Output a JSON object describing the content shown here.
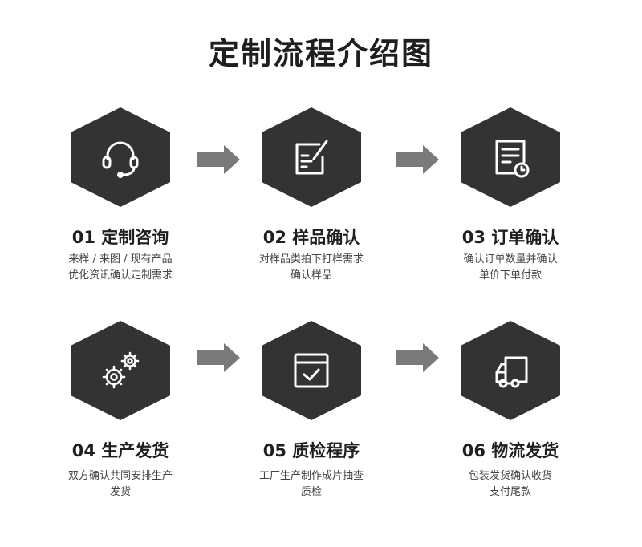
{
  "page": {
    "title": "定制流程介绍图"
  },
  "colors": {
    "hexagon": "#333333",
    "icon_stroke": "#ffffff",
    "arrow": "#7a7a7a",
    "title_text": "#1f1f1f",
    "desc_text": "#444444"
  },
  "steps": [
    {
      "title": "01 定制咨询",
      "desc_line1": "来样 / 来图 / 现有产品",
      "desc_line2": "优化资讯确认定制需求",
      "icon": "headset-icon"
    },
    {
      "title": "02 样品确认",
      "desc_line1": "对样品类拍下打样需求",
      "desc_line2": "确认样品",
      "icon": "edit-document-icon"
    },
    {
      "title": "03 订单确认",
      "desc_line1": "确认订单数量并确认",
      "desc_line2": "单价下单付款",
      "icon": "order-clock-icon"
    },
    {
      "title": "04 生产发货",
      "desc_line1": "双方确认共同安排生产",
      "desc_line2": "发货",
      "icon": "gears-icon"
    },
    {
      "title": "05 质检程序",
      "desc_line1": "工厂生产制作成片抽查",
      "desc_line2": "质检",
      "icon": "checkbox-window-icon"
    },
    {
      "title": "06 物流发货",
      "desc_line1": "包装发货确认收货",
      "desc_line2": "支付尾款",
      "icon": "truck-icon"
    }
  ]
}
